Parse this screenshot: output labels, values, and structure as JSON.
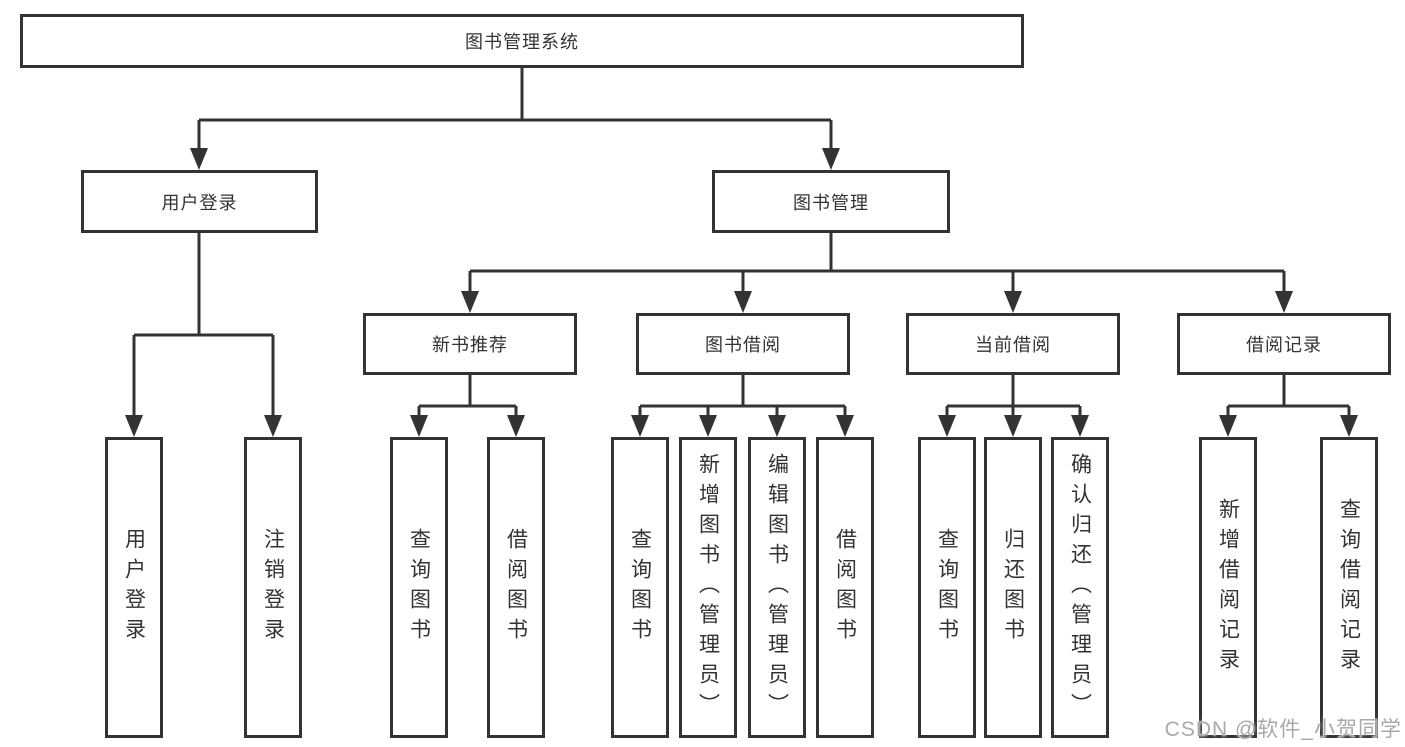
{
  "diagram_type": "hierarchy-tree",
  "colors": {
    "line": "#333333",
    "text": "#333333",
    "background": "#ffffff",
    "watermark": "#a9a9a9"
  },
  "watermark": "CSDN @软件_小贺同学",
  "nodes": {
    "root": {
      "label": "图书管理系统"
    },
    "login": {
      "label": "用户登录"
    },
    "mgmt": {
      "label": "图书管理"
    },
    "login_leaves": [
      {
        "label": "用户登录"
      },
      {
        "label": "注销登录"
      }
    ],
    "mgmt_groups": [
      {
        "label": "新书推荐",
        "leaves": [
          {
            "label": "查询图书"
          },
          {
            "label": "借阅图书"
          }
        ]
      },
      {
        "label": "图书借阅",
        "leaves": [
          {
            "label": "查询图书"
          },
          {
            "label": "新增图书（管理员）"
          },
          {
            "label": "编辑图书（管理员）"
          },
          {
            "label": "借阅图书"
          }
        ]
      },
      {
        "label": "当前借阅",
        "leaves": [
          {
            "label": "查询图书"
          },
          {
            "label": "归还图书"
          },
          {
            "label": "确认归还（管理员）"
          }
        ]
      },
      {
        "label": "借阅记录",
        "leaves": [
          {
            "label": "新增借阅记录"
          },
          {
            "label": "查询借阅记录"
          }
        ]
      }
    ]
  }
}
